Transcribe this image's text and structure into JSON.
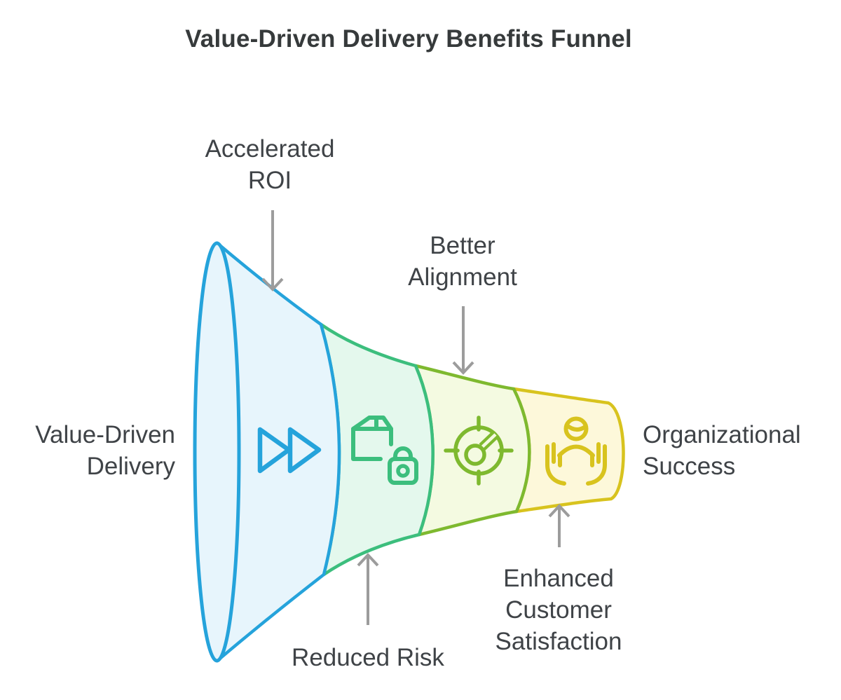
{
  "title": "Value-Driven Delivery Benefits Funnel",
  "text_color": "#3f4347",
  "funnel": {
    "input": {
      "label": "Value-Driven Delivery"
    },
    "output": {
      "label": "Organizational Success"
    },
    "arrow_color": "#9c9c9c",
    "stages": [
      {
        "label": "Accelerated ROI",
        "icon": "fast-forward-icon",
        "stroke": "#25a3db",
        "fill": "#e7f5fc",
        "label_position": "top"
      },
      {
        "label": "Reduced Risk",
        "icon": "locked-package-icon",
        "stroke": "#3cbe7d",
        "fill": "#e4f8ed",
        "label_position": "bottom"
      },
      {
        "label": "Better Alignment",
        "icon": "gauge-target-icon",
        "stroke": "#7eb92f",
        "fill": "#f4fae1",
        "label_position": "top"
      },
      {
        "label": "Enhanced Customer Satisfaction",
        "icon": "caring-hands-icon",
        "stroke": "#d8c31e",
        "fill": "#fdf8da",
        "label_position": "bottom"
      }
    ]
  }
}
